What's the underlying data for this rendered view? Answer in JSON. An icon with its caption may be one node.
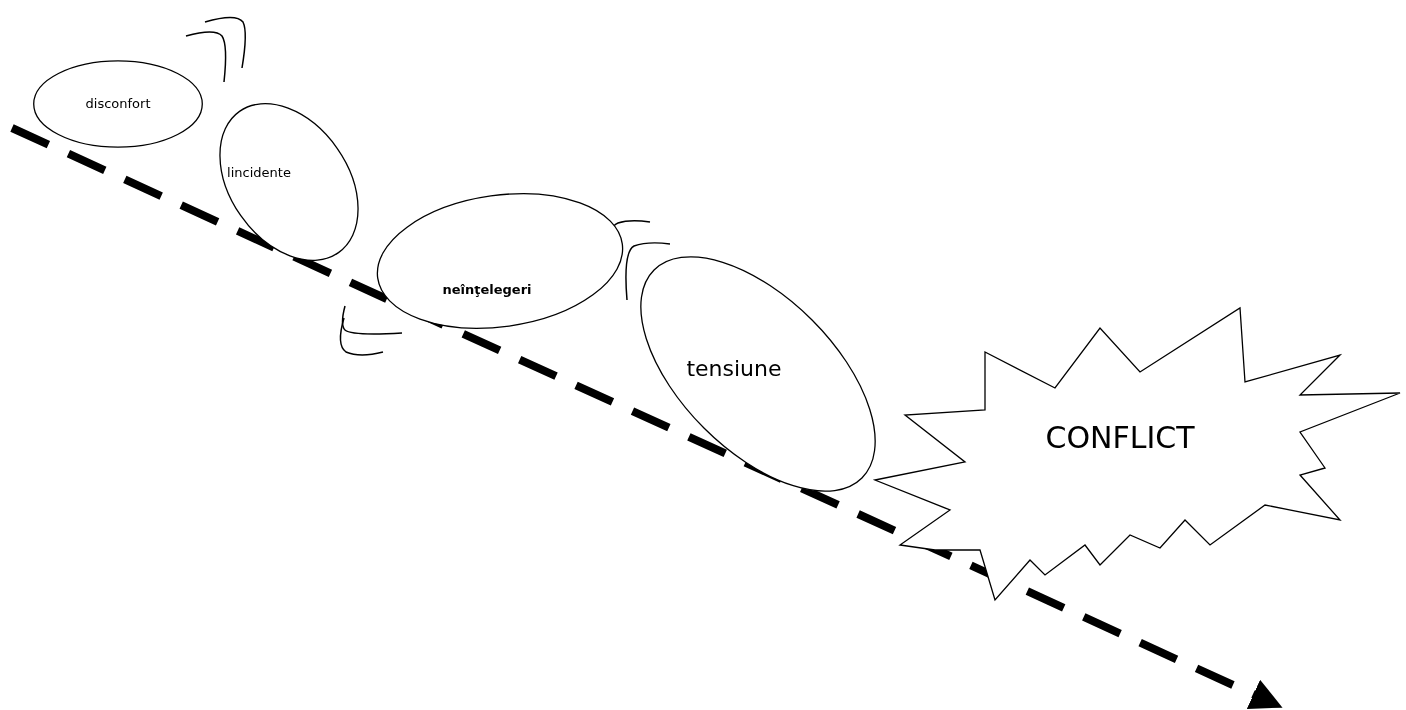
{
  "diagram": {
    "nodes": [
      {
        "text": [
          "disconfort"
        ]
      },
      {
        "text": [
          "lincidente"
        ]
      },
      {
        "text": [
          "neînţelegeri"
        ]
      },
      {
        "text": [
          "tensiune"
        ]
      },
      {
        "text": [
          "CONFLICT"
        ]
      }
    ]
  }
}
